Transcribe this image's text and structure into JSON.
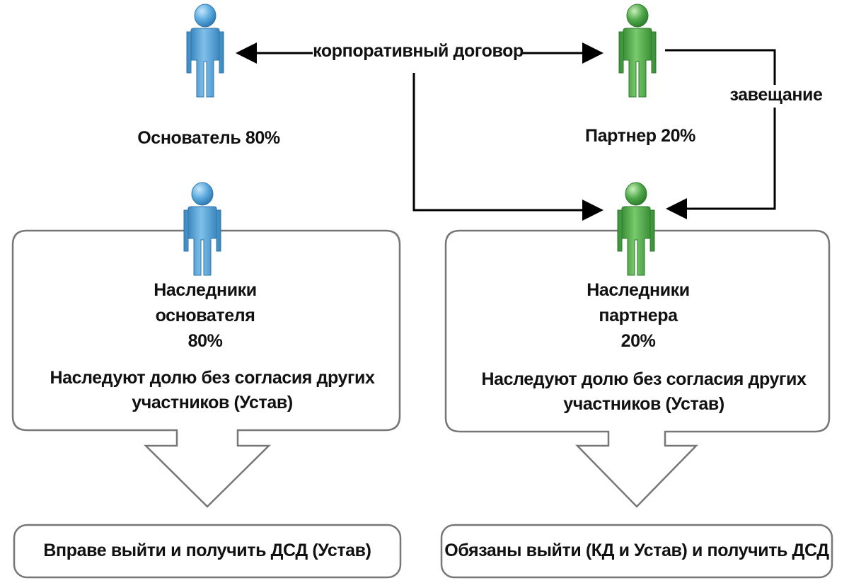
{
  "founder": {
    "label": "Основатель 80%",
    "color": "#5aa9de"
  },
  "partner": {
    "label": "Партнер 20%",
    "color": "#4fa84a"
  },
  "edges": {
    "corporate_agreement": "корпоративный договор",
    "will": "завещание"
  },
  "founder_heirs": {
    "title_line1": "Наследники",
    "title_line2": "основателя",
    "share": "80%",
    "desc_line1": "Наследуют долю без согласия других",
    "desc_line2": "участников (Устав)",
    "outcome": "Вправе выйти и получить ДСД (Устав)"
  },
  "partner_heirs": {
    "title_line1": "Наследники",
    "title_line2": "партнера",
    "share": "20%",
    "desc_line1": "Наследуют долю без согласия других",
    "desc_line2": "участников (Устав)",
    "outcome": "Обязаны выйти (КД и Устав) и получить ДСД"
  }
}
